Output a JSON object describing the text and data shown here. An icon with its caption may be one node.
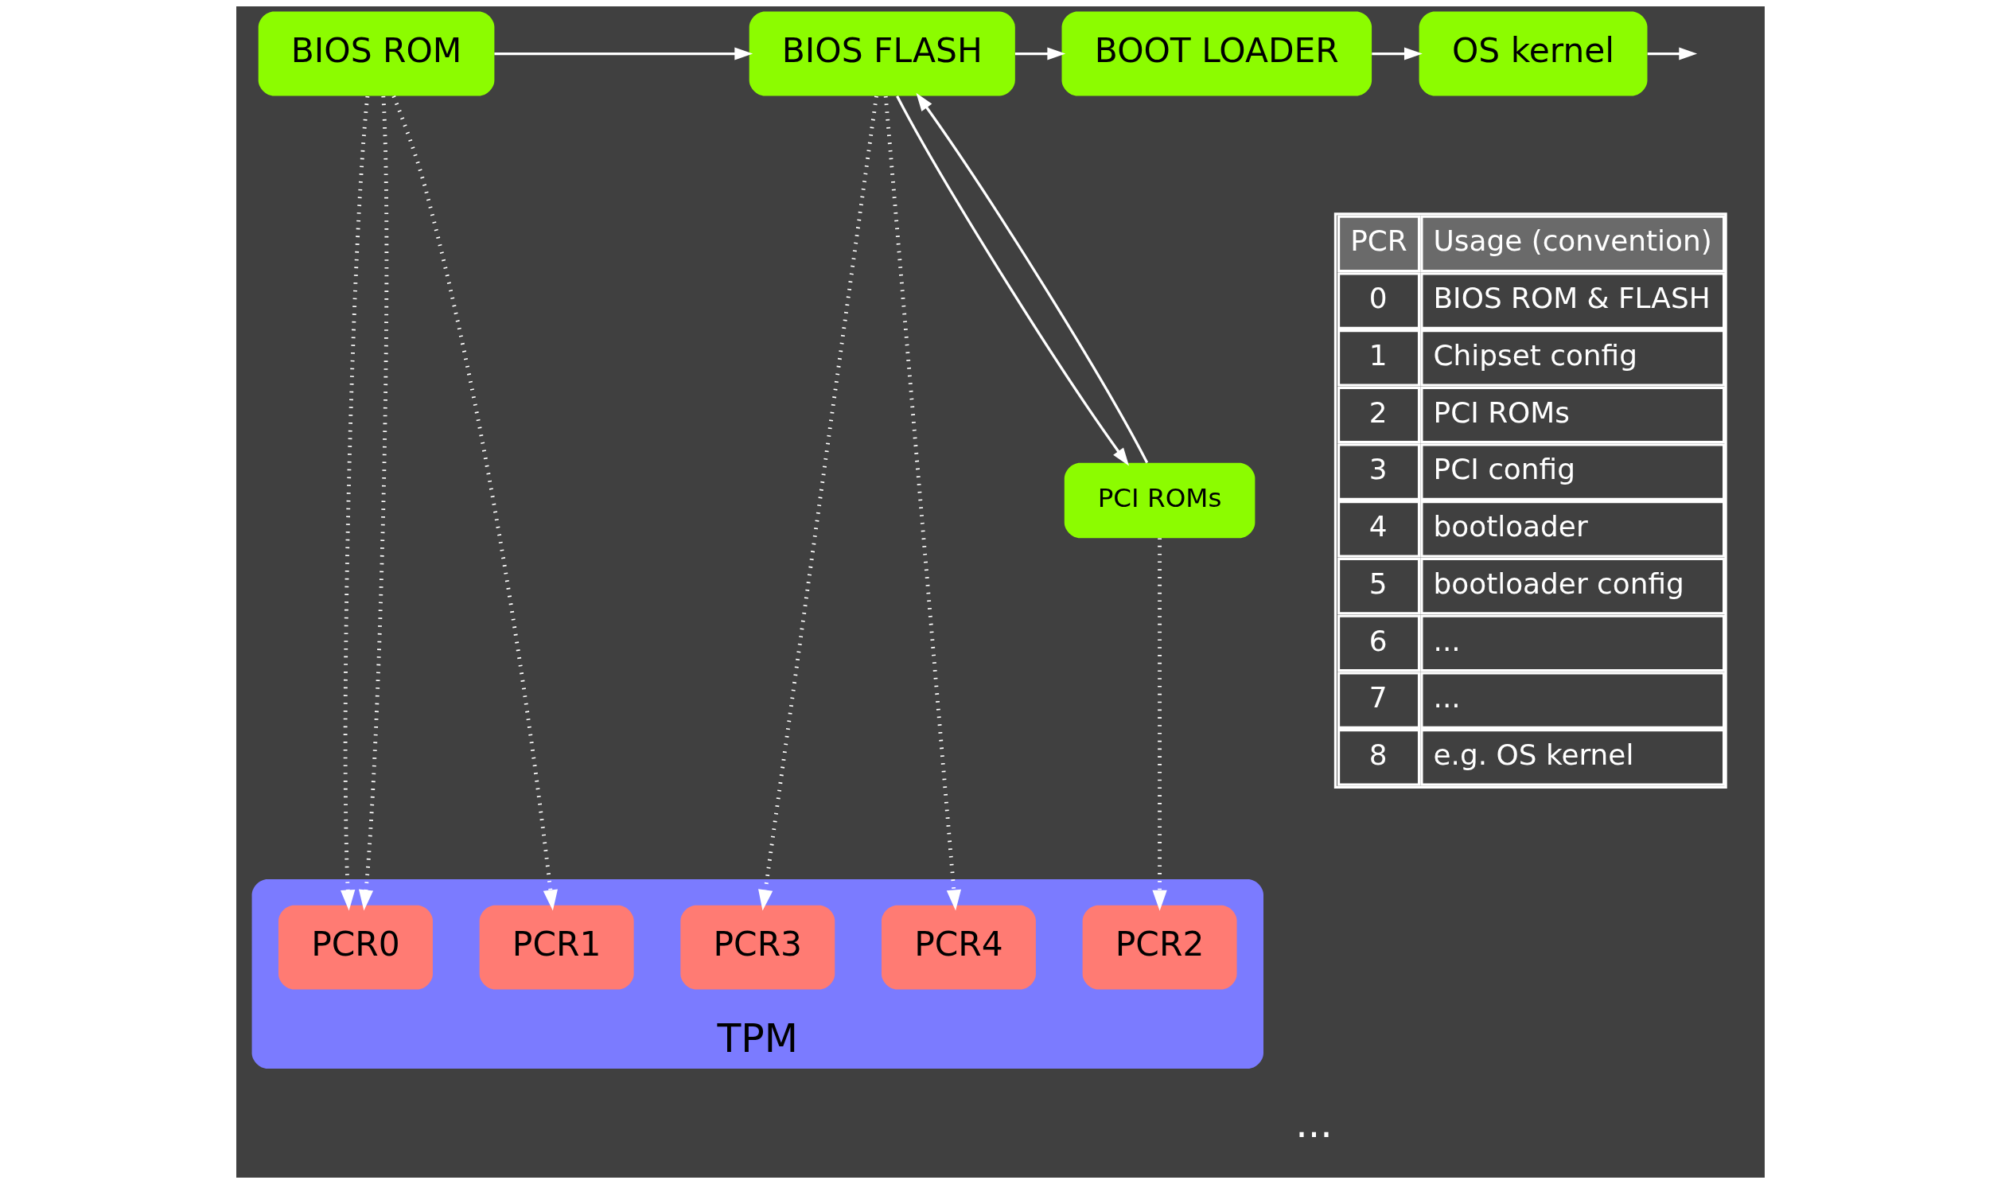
{
  "diagram": {
    "nodes": [
      {
        "text": [
          "BIOS ROM"
        ]
      },
      {
        "text": [
          "BIOS FLASH"
        ]
      },
      {
        "text": [
          "BOOT LOADER"
        ]
      },
      {
        "text": [
          "OS kernel"
        ]
      },
      {
        "text": [
          "PCI ROMs"
        ]
      },
      {
        "text": [
          "TPM"
        ]
      },
      {
        "text": [
          "PCR0"
        ],
        "in": 5
      },
      {
        "text": [
          "PCR1"
        ],
        "in": 5
      },
      {
        "text": [
          "PCR2"
        ],
        "in": 5
      },
      {
        "text": [
          "PCR3"
        ],
        "in": 5
      },
      {
        "text": [
          "PCR4"
        ],
        "in": 5
      }
    ],
    "edges": [
      {
        "from": 0,
        "to": 1,
        "arrow": "to"
      },
      {
        "from": 1,
        "to": 2,
        "arrow": "to"
      },
      {
        "from": 2,
        "to": 3,
        "arrow": "to"
      },
      {
        "from": 3,
        "to": null,
        "arrow": "to"
      },
      {
        "from": 1,
        "to": 4,
        "arrow": "to"
      },
      {
        "from": 4,
        "to": 1,
        "arrow": "to"
      },
      {
        "from": 0,
        "to": 6,
        "arrow": "to",
        "style": "dashed"
      },
      {
        "from": 0,
        "to": 7,
        "arrow": "to",
        "style": "dashed"
      },
      {
        "from": 0,
        "to": 6,
        "arrow": "to",
        "style": "dashed"
      },
      {
        "from": 4,
        "to": 8,
        "arrow": "to",
        "style": "dashed"
      },
      {
        "from": 1,
        "to": 9,
        "arrow": "to",
        "style": "dashed"
      },
      {
        "from": 1,
        "to": 10,
        "arrow": "to",
        "style": "dashed"
      }
    ],
    "labels": [
      "PCR",
      "Usage (convention)",
      "0",
      "BIOS ROM & FLASH",
      "1",
      "Chipset config",
      "2",
      "PCI ROMs",
      "3",
      "PCI config",
      "4",
      "bootloader",
      "5",
      "bootloader config",
      "6",
      "...",
      "7",
      "...",
      "8",
      "e.g. OS kernel",
      "..."
    ]
  }
}
